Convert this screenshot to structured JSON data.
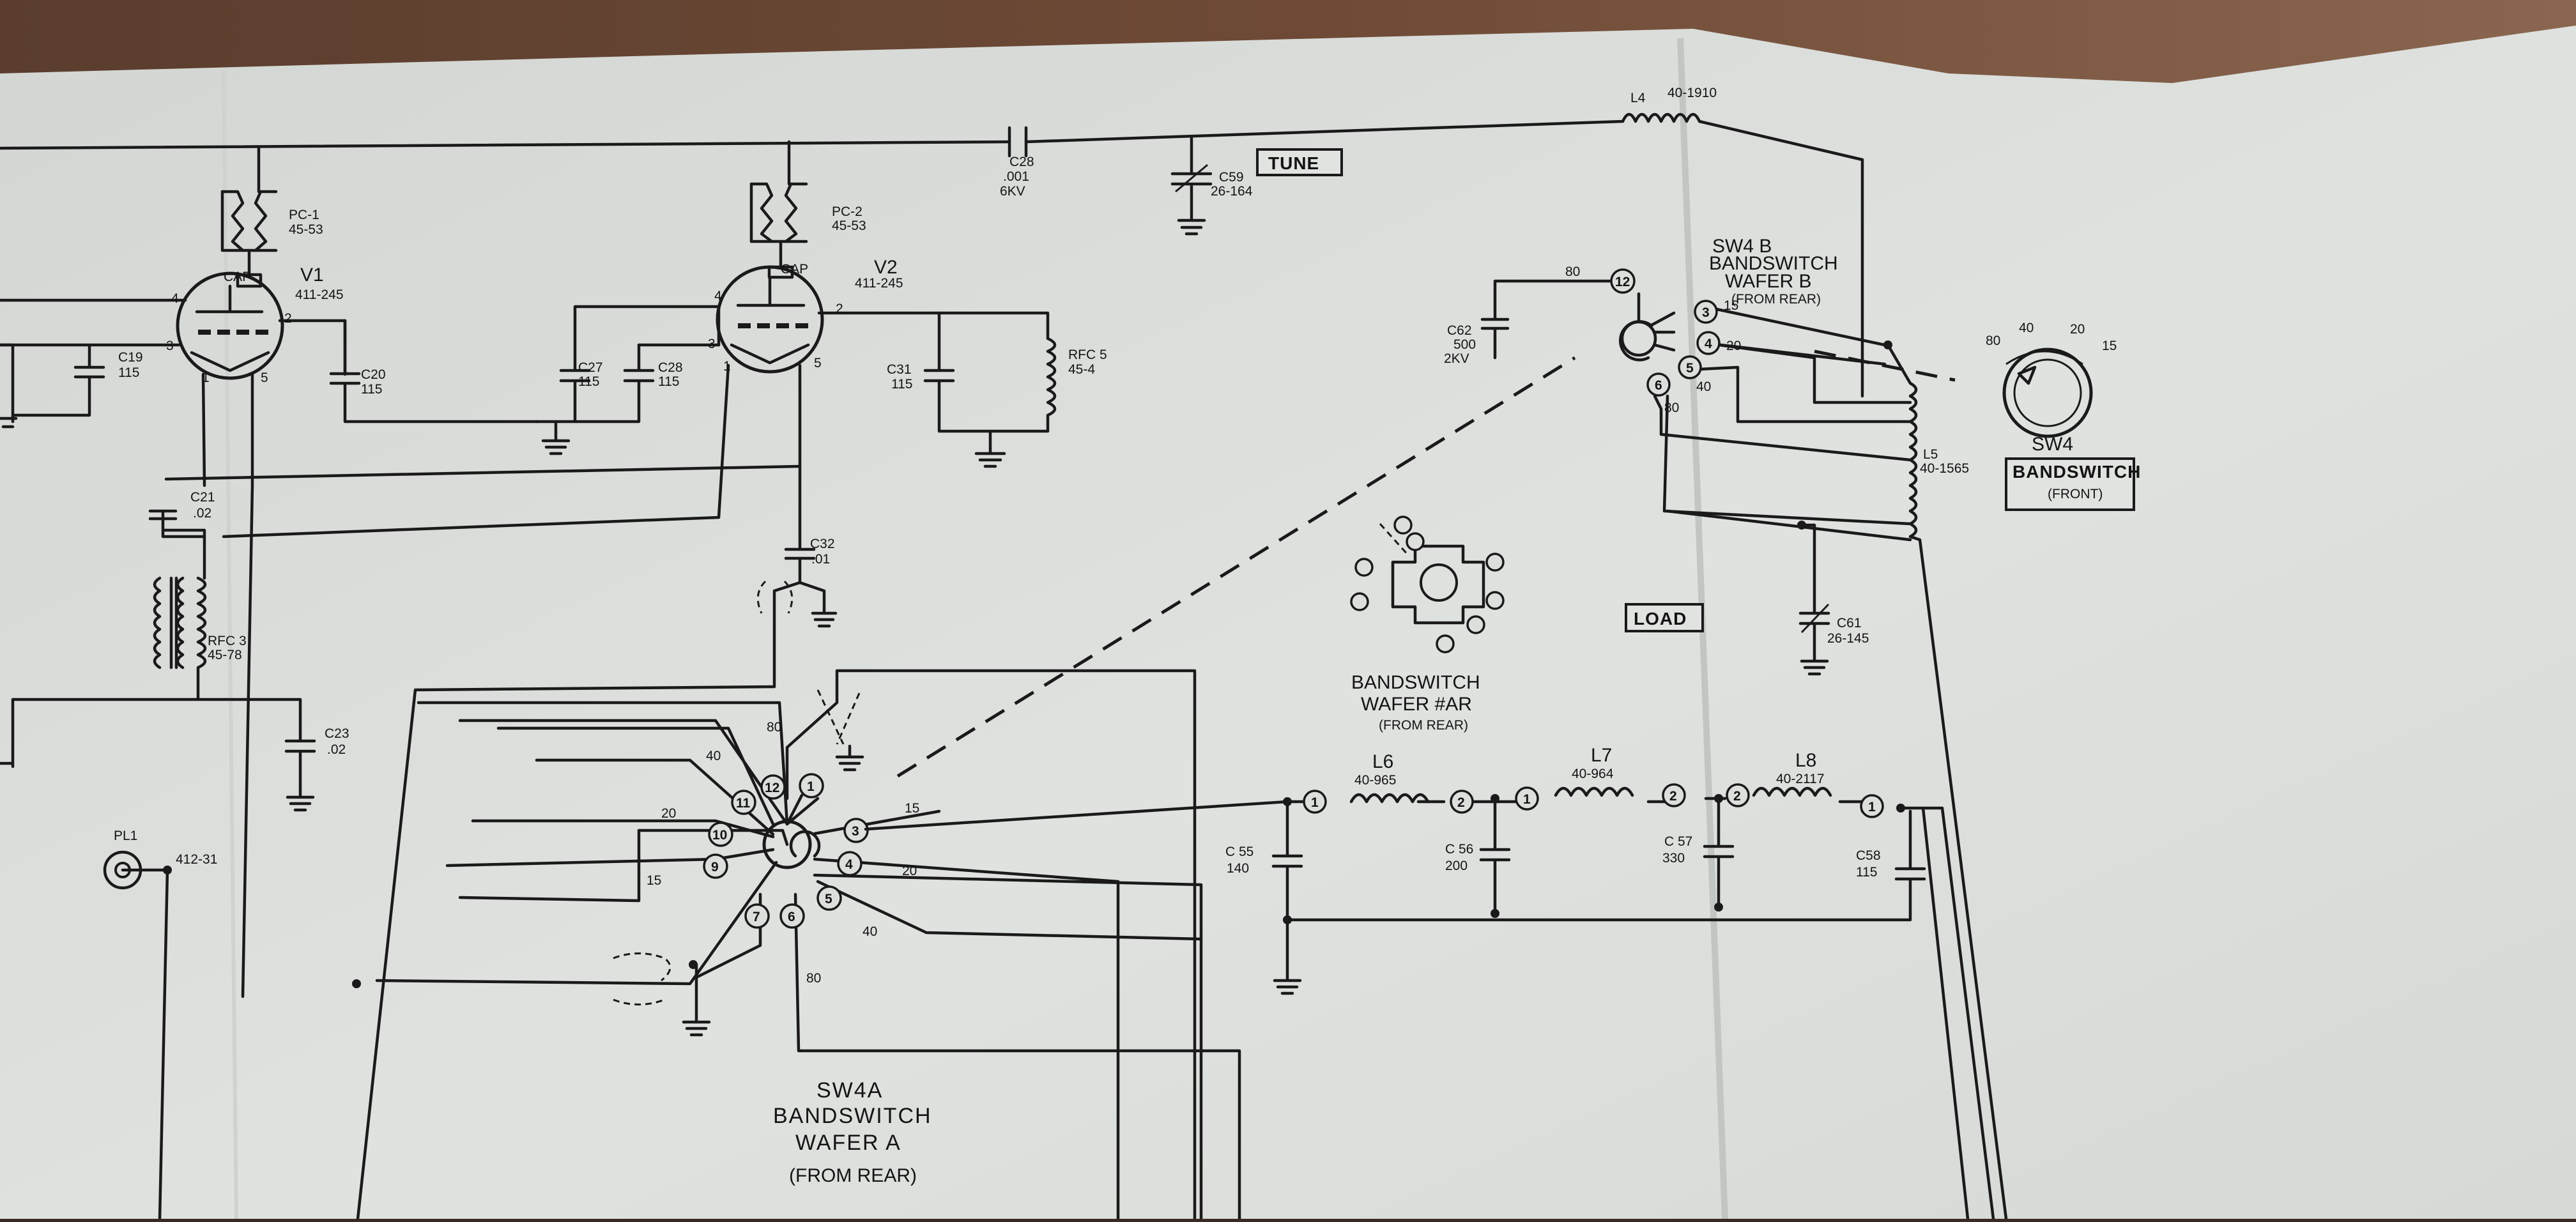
{
  "tubes": {
    "v1": {
      "ref": "V1",
      "part": "411-245",
      "cap": "CAP",
      "pins": [
        "4",
        "3",
        "2",
        "1",
        "5"
      ]
    },
    "v2": {
      "ref": "V2",
      "part": "411-245",
      "cap": "CAP",
      "pins": [
        "4",
        "3",
        "2",
        "1",
        "5"
      ]
    }
  },
  "parasitics": {
    "pc1": {
      "ref": "PC-1",
      "part": "45-53"
    },
    "pc2": {
      "ref": "PC-2",
      "part": "45-53"
    }
  },
  "caps": {
    "c19": {
      "ref": "C19",
      "val": "115"
    },
    "c20": {
      "ref": "C20",
      "val": "115"
    },
    "c27": {
      "ref": "C27",
      "val": "115"
    },
    "c28b": {
      "ref": "C28",
      "val": "115"
    },
    "c31": {
      "ref": "C31",
      "val": "115"
    },
    "c21": {
      "ref": "C21",
      "val": ".02"
    },
    "c32": {
      "ref": "C32",
      "val": ".01"
    },
    "c23": {
      "ref": "C23",
      "val": ".02"
    },
    "c28": {
      "ref": "C28",
      "val": ".001",
      "rating": "6KV"
    },
    "c59": {
      "ref": "C59",
      "part": "26-164"
    },
    "c62": {
      "ref": "C62",
      "val": "500",
      "rating": "2KV"
    },
    "c61": {
      "ref": "C61",
      "part": "26-145"
    },
    "c55": {
      "ref": "C 55",
      "val": "140"
    },
    "c56": {
      "ref": "C 56",
      "val": "200"
    },
    "c57": {
      "ref": "C 57",
      "val": "330"
    },
    "c58": {
      "ref": "C58",
      "val": "115"
    }
  },
  "chokes": {
    "rfc5": {
      "ref": "RFC 5",
      "part": "45-4"
    },
    "rfc3": {
      "ref": "RFC 3",
      "part": "45-78"
    }
  },
  "coils": {
    "l4": {
      "ref": "L4",
      "part": "40-1910"
    },
    "l5": {
      "ref": "L5",
      "part": "40-1565"
    },
    "l6": {
      "ref": "L6",
      "part": "40-965"
    },
    "l7": {
      "ref": "L7",
      "part": "40-964"
    },
    "l8": {
      "ref": "L8",
      "part": "40-2117"
    }
  },
  "connector": {
    "ref": "PL1",
    "part": "412-31"
  },
  "controls": {
    "tune": "TUNE",
    "load": "LOAD"
  },
  "sw4": {
    "ref": "SW4",
    "title": "BANDSWITCH",
    "side": "(FRONT)",
    "bands": [
      "80",
      "40",
      "20",
      "15"
    ]
  },
  "sw4b": {
    "line1": "SW4 B",
    "line2": "BANDSWITCH",
    "line3": "WAFER  B",
    "line4": "(FROM REAR)",
    "positions": [
      "12",
      "3",
      "4",
      "5",
      "6"
    ],
    "bands": [
      "80",
      "15",
      "20",
      "40",
      "80"
    ]
  },
  "sw4a": {
    "line1": "SW4A",
    "line2": "BANDSWITCH",
    "line3": "WAFER A",
    "line4": "(FROM REAR)",
    "positions": [
      "12",
      "11",
      "10",
      "9",
      "7",
      "6",
      "5",
      "4",
      "3",
      "1"
    ],
    "bands": [
      "80",
      "40",
      "20",
      "15",
      "15",
      "20",
      "40",
      "80"
    ]
  },
  "wafer_ar": {
    "line1": "BANDSWITCH",
    "line2": "WAFER  #AR",
    "line3": "(FROM REAR)"
  },
  "pi_network_pins": [
    "1",
    "2",
    "1",
    "2",
    "2",
    "1"
  ]
}
